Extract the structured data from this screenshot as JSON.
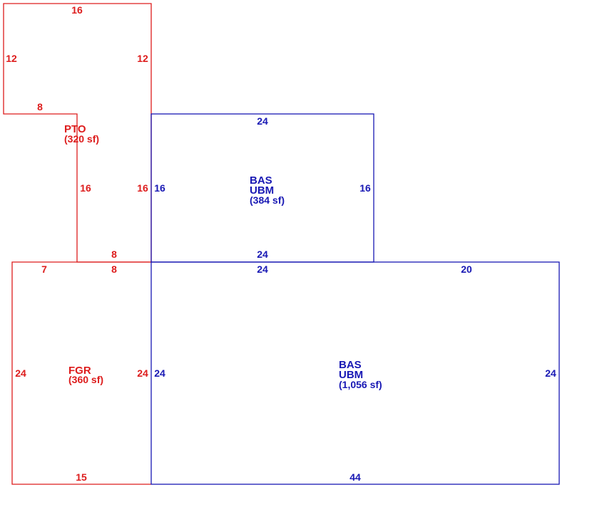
{
  "colors": {
    "red": "#dd1c1c",
    "blue": "#1818b4"
  },
  "areas": {
    "pto": {
      "code": "PTO",
      "size": "(320 sf)"
    },
    "bas_top": {
      "code": "BAS",
      "sub": "UBM",
      "size": "(384 sf)"
    },
    "fgr": {
      "code": "FGR",
      "size": "(360 sf)"
    },
    "bas_bottom": {
      "code": "BAS",
      "sub": "UBM",
      "size": "(1,056 sf)"
    }
  },
  "dims": {
    "pto_top": "16",
    "pto_left": "12",
    "pto_right_upper": "12",
    "pto_step": "8",
    "pto_left_lower": "16",
    "pto_right_lower": "16",
    "pto_bottom": "8",
    "bas_top_top": "24",
    "bas_top_left": "16",
    "bas_top_right": "16",
    "bas_top_bottom": "24",
    "fgr_top_left": "7",
    "fgr_top_right": "8",
    "fgr_left": "24",
    "fgr_right": "24",
    "fgr_bottom": "15",
    "bas_bottom_top": "24",
    "bas_bottom_top_right": "20",
    "bas_bottom_left": "24",
    "bas_bottom_right": "24",
    "bas_bottom_bottom": "44"
  }
}
